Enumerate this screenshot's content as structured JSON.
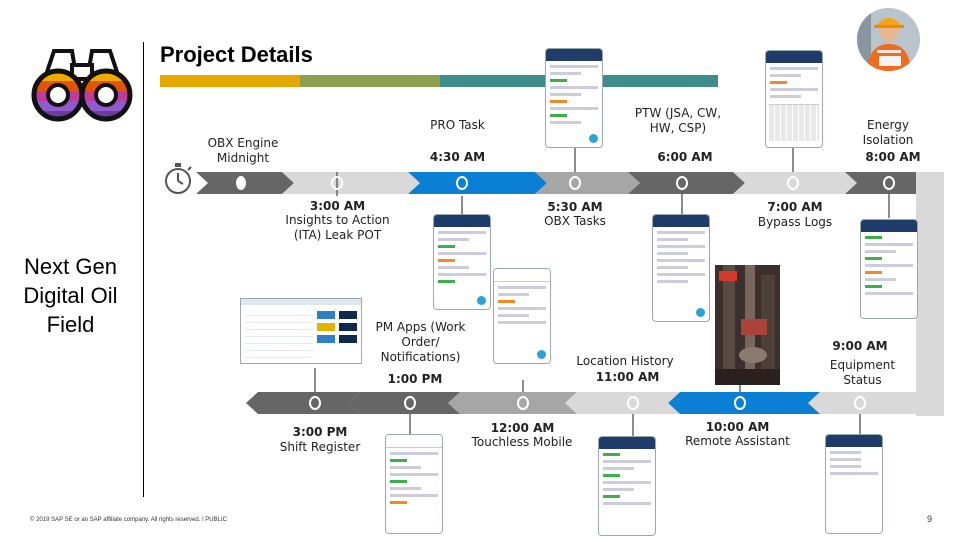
{
  "header": {
    "title": "Project Details"
  },
  "side_title": [
    "Next Gen",
    "Digital Oil",
    "Field"
  ],
  "colors": {
    "dark_gray": "#666666",
    "mid_gray": "#a6a6a6",
    "light_gray": "#d9d9d9",
    "blue": "#0b7fd4",
    "teal": "#3f8c8c",
    "gold": "#e6a800",
    "olive": "#8d9e4c"
  },
  "events": {
    "obx_engine": {
      "label": "OBX Engine Midnight"
    },
    "pro_task": {
      "label": "PRO Task",
      "time": "4:30 AM"
    },
    "ptw": {
      "label": "PTW (JSA, CW, HW, CSP)",
      "time": "6:00 AM"
    },
    "energy": {
      "label": "Energy Isolation",
      "time": "8:00 AM"
    },
    "ita": {
      "time": "3:00 AM",
      "label": "Insights to Action (ITA) Leak POT"
    },
    "obx_tasks": {
      "time": "5:30 AM",
      "label": "OBX Tasks"
    },
    "bypass": {
      "time": "7:00 AM",
      "label": "Bypass Logs"
    },
    "pm_apps": {
      "label": "PM Apps (Work Order/ Notifications)",
      "time": "1:00 PM"
    },
    "location": {
      "label": "Location History",
      "time": "11:00 AM"
    },
    "equipment": {
      "time": "9:00 AM",
      "label": "Equipment Status"
    },
    "shift": {
      "time": "3:00 PM",
      "label": "Shift Register"
    },
    "touchless": {
      "time": "12:00 AM",
      "label": "Touchless Mobile"
    },
    "remote": {
      "time": "10:00 AM",
      "label": "Remote Assistant"
    }
  },
  "footer": {
    "copyright": "© 2019 SAP SE or an SAP affiliate company. All rights reserved. ǀ PUBLIC",
    "page": "9"
  }
}
